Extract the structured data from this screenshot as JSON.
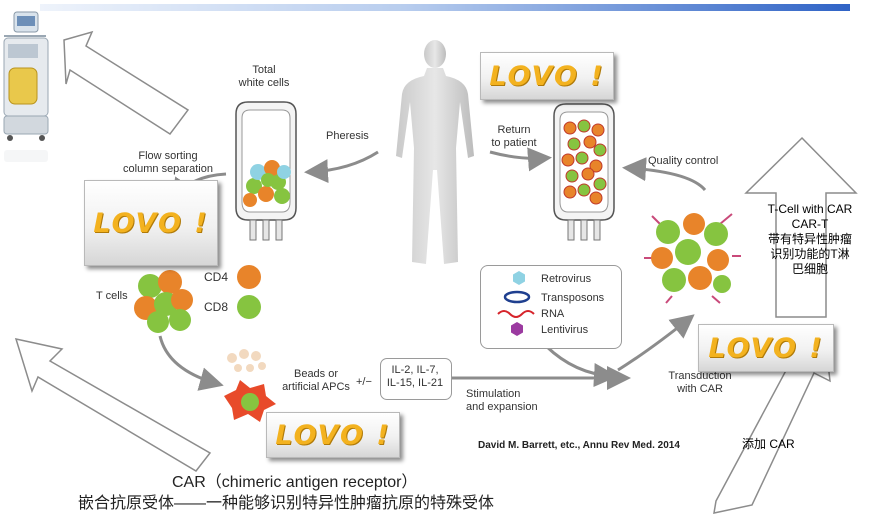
{
  "diagram": {
    "top_labels": {
      "total_white_cells": "Total\nwhite cells",
      "pheresis": "Pheresis",
      "return_to_patient": "Return\nto patient",
      "quality_control": "Quality control",
      "flow_sorting": "Flow sorting\ncolumn separation"
    },
    "cells": {
      "t_cells": "T cells",
      "cd4": "CD4",
      "cd8": "CD8",
      "beads": "Beads or\nartificial APCs",
      "plus_minus": "+/−",
      "interleukins": "IL-2, IL-7,\nIL-15, IL-21",
      "stimulation": "Stimulation\nand expansion",
      "transduction": "Transduction\nwith CAR"
    },
    "vectors": [
      "Retrovirus",
      "Transposons",
      "RNA",
      "Lentivirus"
    ],
    "citation": "David M. Barrett, etc., Annu Rev Med. 2014",
    "lovo": "LOVO !",
    "callout_right": "T-Cell with CAR\nCAR-T\n带有特异性肿瘤\n识别功能的T淋\n巴细胞",
    "callout_bottom_right": "添加 CAR",
    "caption_line1": "CAR（chimeric antigen receptor）",
    "caption_line2": "嵌合抗原受体——一种能够识别特异性肿瘤抗原的特殊受体"
  },
  "colors": {
    "cd4": "#e8842a",
    "cd8": "#86c440",
    "accent_blue": "#2f63c6",
    "lovo_yellow": "#f3b21f",
    "apc_red": "#e84a2a"
  }
}
